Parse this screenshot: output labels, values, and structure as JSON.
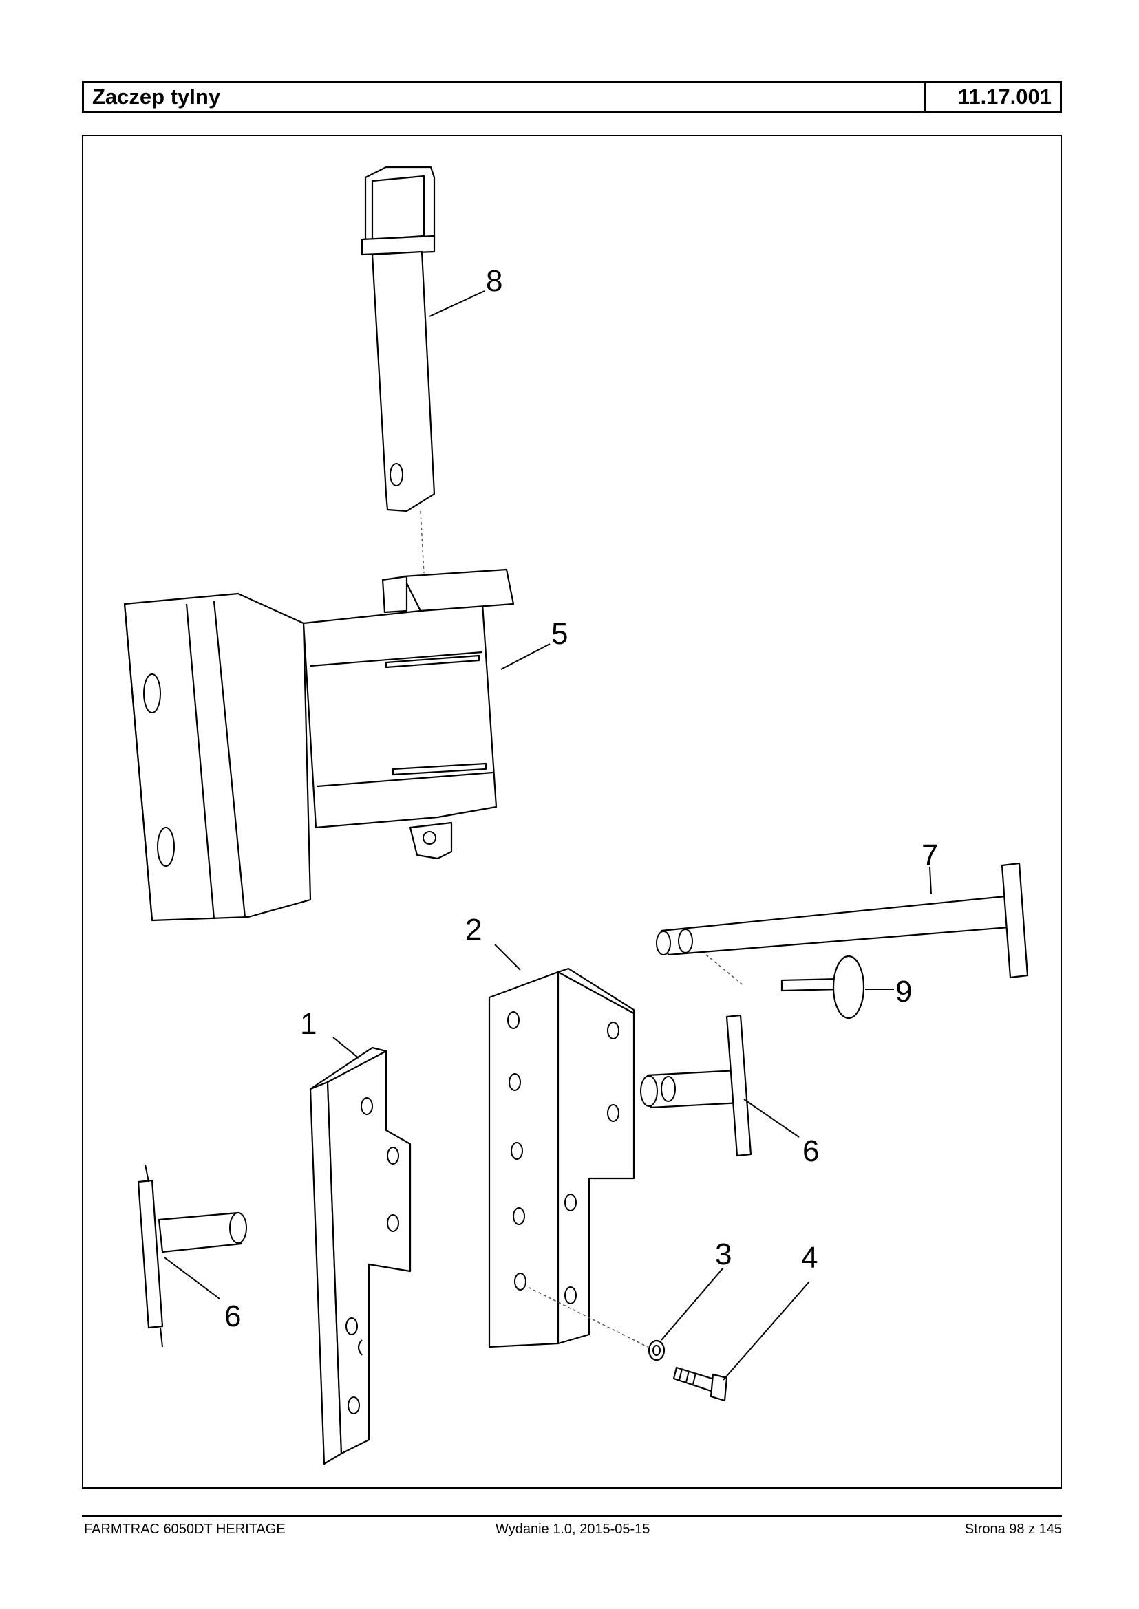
{
  "header": {
    "title": "Zaczep tylny",
    "code": "11.17.001"
  },
  "drawing": {
    "callouts": [
      "8",
      "5",
      "7",
      "2",
      "9",
      "1",
      "6",
      "6",
      "3",
      "4"
    ]
  },
  "footer": {
    "model": "FARMTRAC 6050DT HERITAGE",
    "edition": "Wydanie 1.0,  2015-05-15",
    "page": "Strona 98 z 145"
  }
}
